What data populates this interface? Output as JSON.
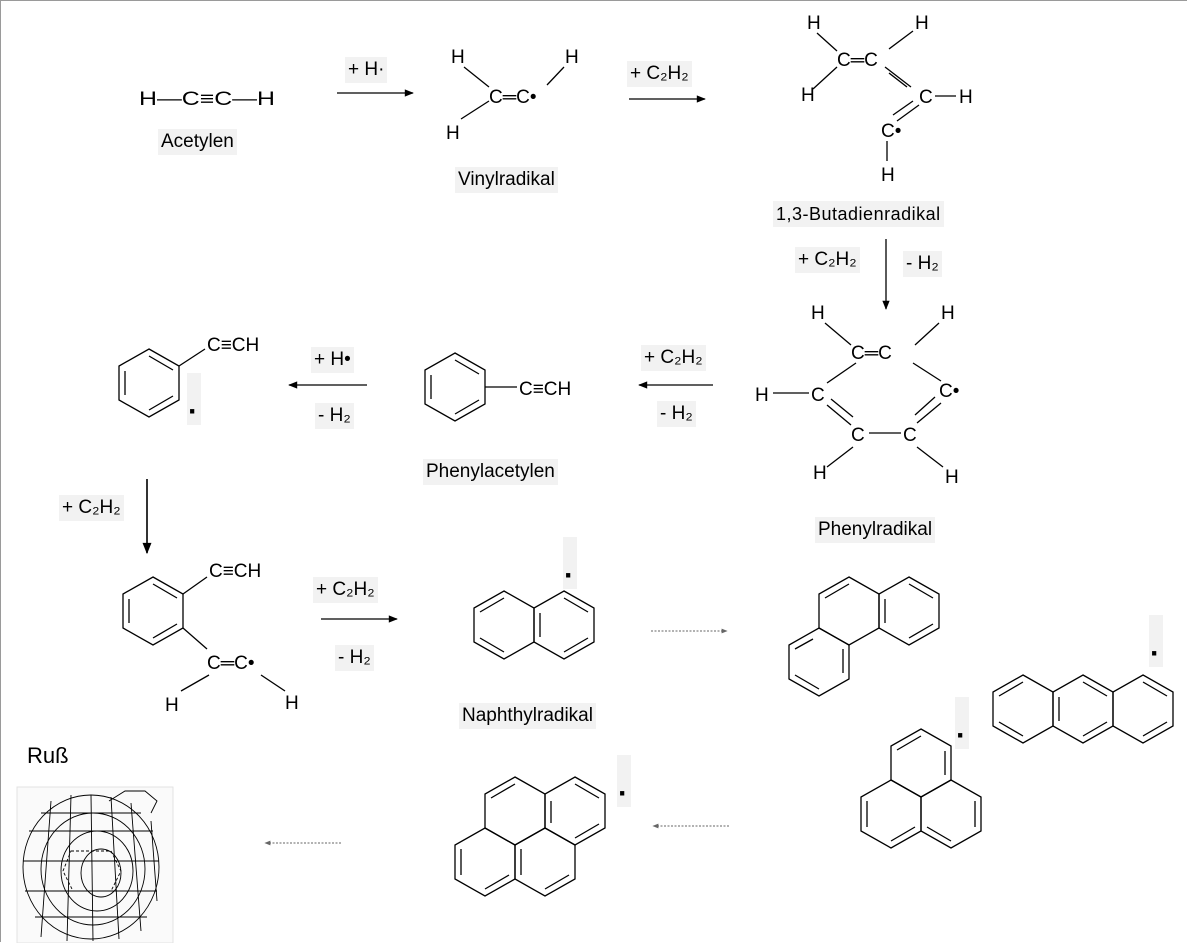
{
  "labels": {
    "acetylen": "Acetylen",
    "vinylradikal": "Vinylradikal",
    "butadienradikal": "1,3-Butadienradikal",
    "phenylradikal": "Phenylradikal",
    "phenylacetylen": "Phenylacetylen",
    "naphthylradikal": "Naphthylradikal",
    "russ": "Ruß"
  },
  "conditions": {
    "plus_h_radical": "+ H·",
    "plus_c2h2": "+ C₂H₂",
    "minus_h2": "- H₂",
    "plus_h_dot": "+ H•"
  },
  "formulas": {
    "acetylene": "H—C≡C—H",
    "ethynyl": "C≡CH",
    "h": "H",
    "c": "C",
    "c_radical": "C•",
    "c_eq_c": "C═C",
    "c_eq_c_radical": "C═C•",
    "radical_dot": "·"
  },
  "colors": {
    "ink": "#000000",
    "label_bg": "#f2f2f2",
    "arrow": "#000000",
    "dotted_arrow": "#777777",
    "frame": "#9a9a9a"
  }
}
